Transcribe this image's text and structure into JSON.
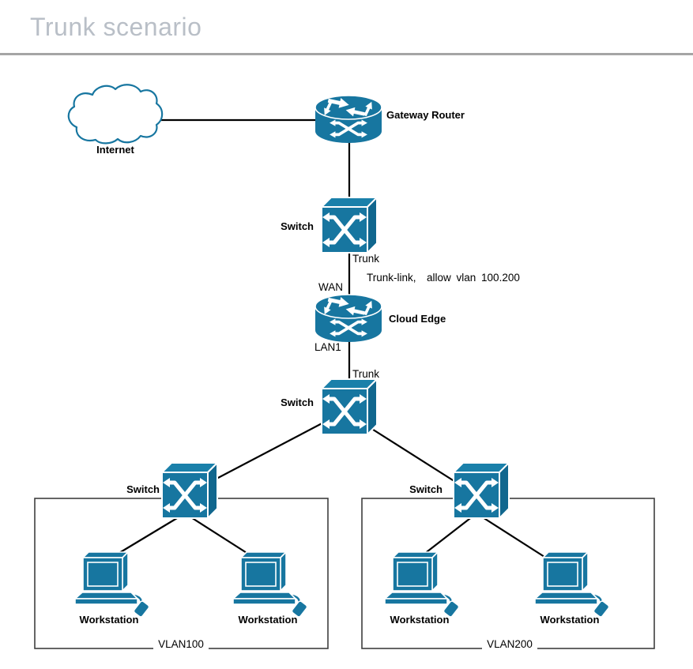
{
  "page": {
    "title": "Trunk scenario"
  },
  "colors": {
    "node": "#1776a0",
    "node_top": "#1a80aa",
    "node_side": "#11678e",
    "line": "#000000",
    "title_text": "#b9bfc7",
    "divider": "#a5a5a5",
    "box_border": "#3f3f3f",
    "label_text": "#000000"
  },
  "nodes": {
    "internet": {
      "label": "Internet"
    },
    "gateway_router": {
      "label": "Gateway Router"
    },
    "switch_core": {
      "label": "Switch"
    },
    "cloud_edge": {
      "label": "Cloud Edge"
    },
    "switch_distribution": {
      "label": "Switch"
    },
    "switch_vlan100": {
      "label": "Switch"
    },
    "switch_vlan200": {
      "label": "Switch"
    },
    "workstation_1": {
      "label": "Workstation"
    },
    "workstation_2": {
      "label": "Workstation"
    },
    "workstation_3": {
      "label": "Workstation"
    },
    "workstation_4": {
      "label": "Workstation"
    }
  },
  "annotations": {
    "trunk_upper": "Trunk",
    "trunk_note": "Trunk-link,  allow vlan 100.200",
    "wan_port": "WAN",
    "lan1_port": "LAN1",
    "trunk_lower": "Trunk"
  },
  "zones": {
    "vlan100": {
      "label": "VLAN100"
    },
    "vlan200": {
      "label": "VLAN200"
    }
  }
}
